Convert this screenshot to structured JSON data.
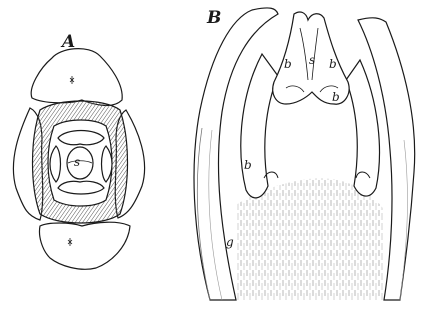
{
  "figure": {
    "panels": [
      {
        "id": "A",
        "label": "A",
        "markers": [
          "s"
        ]
      },
      {
        "id": "B",
        "label": "B",
        "markers": [
          "b",
          "s",
          "b",
          "b",
          "b",
          "g"
        ]
      }
    ]
  }
}
